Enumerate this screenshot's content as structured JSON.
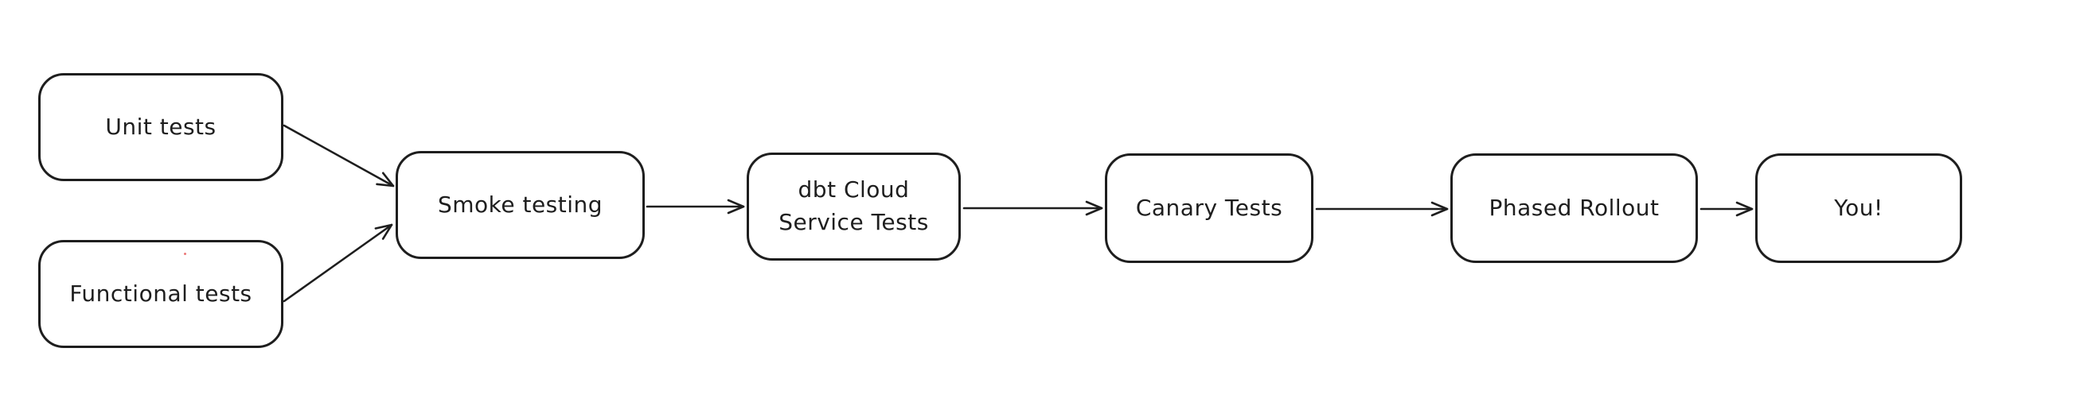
{
  "diagram": {
    "type": "flowchart",
    "style": "hand-drawn whiteboard (excalidraw-like)",
    "nodes": [
      {
        "id": "unit-tests",
        "label": "Unit tests"
      },
      {
        "id": "functional-tests",
        "label": "Functional tests"
      },
      {
        "id": "smoke-testing",
        "label": "Smoke testing"
      },
      {
        "id": "dbt-cloud-service-tests",
        "label": "dbt Cloud\nService Tests"
      },
      {
        "id": "canary-tests",
        "label": "Canary Tests"
      },
      {
        "id": "phased-rollout",
        "label": "Phased Rollout"
      },
      {
        "id": "you",
        "label": "You!"
      }
    ],
    "edges": [
      {
        "from": "unit-tests",
        "to": "smoke-testing"
      },
      {
        "from": "functional-tests",
        "to": "smoke-testing"
      },
      {
        "from": "smoke-testing",
        "to": "dbt-cloud-service-tests"
      },
      {
        "from": "dbt-cloud-service-tests",
        "to": "canary-tests"
      },
      {
        "from": "canary-tests",
        "to": "phased-rollout"
      },
      {
        "from": "phased-rollout",
        "to": "you"
      }
    ],
    "colors": {
      "stroke": "#1e1e1e",
      "node_fill": "#ffffff",
      "background": "#ffffff",
      "stray_dot": "#e03131"
    }
  }
}
